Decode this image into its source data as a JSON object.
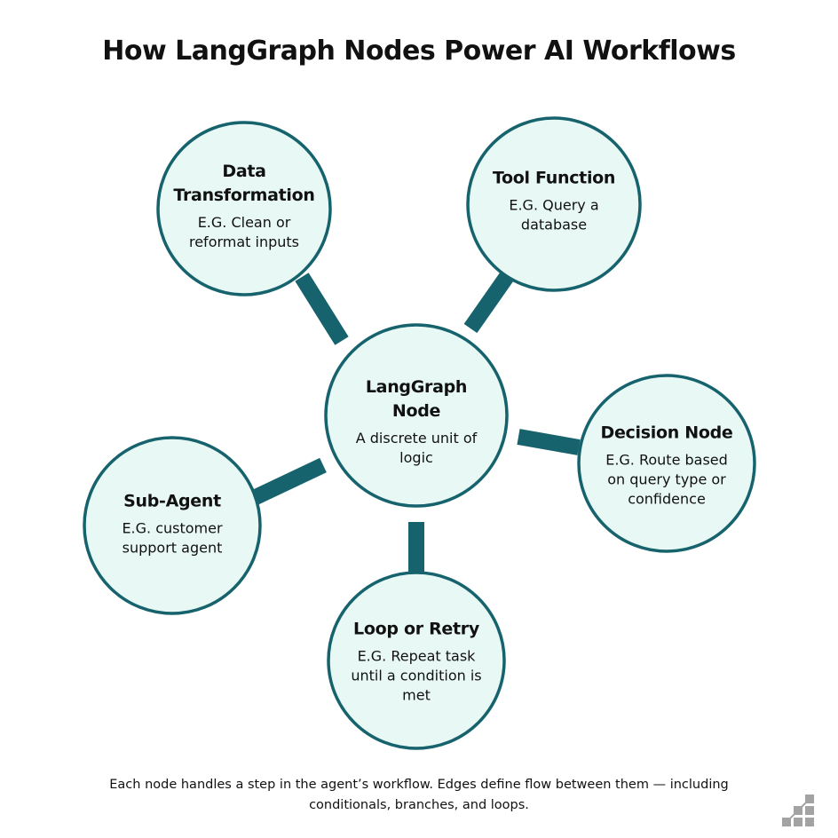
{
  "title": "How LangGraph Nodes Power AI Workflows",
  "colors": {
    "fill": "#e8f9f5",
    "stroke": "#17636d",
    "connector": "#17636d",
    "logo": "#a3a3a3"
  },
  "center": {
    "heading": "LangGraph Node",
    "desc": "A discrete unit of logic"
  },
  "nodes": [
    {
      "heading": "Data Transformation",
      "desc": "E.G. Clean or reformat inputs"
    },
    {
      "heading": "Tool Function",
      "desc": "E.G. Query a database"
    },
    {
      "heading": "Decision Node",
      "desc": "E.G. Route based on query type or confidence"
    },
    {
      "heading": "Sub-Agent",
      "desc": "E.G. customer support agent"
    },
    {
      "heading": "Loop or Retry",
      "desc": "E.G. Repeat task until a condition is met"
    }
  ],
  "footer": "Each node handles a step in the agent’s workflow. Edges define flow between them — including conditionals, branches, and loops.",
  "logo_icon": "bar-steps-logo-icon"
}
